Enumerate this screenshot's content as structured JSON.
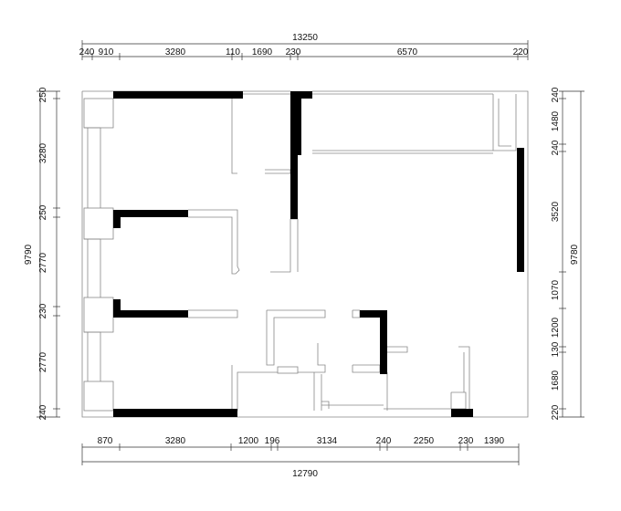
{
  "dimensions": {
    "top_total": "13250",
    "top": [
      "240",
      "910",
      "3280",
      "110",
      "1690",
      "230",
      "6570",
      "220"
    ],
    "bottom": [
      "870",
      "3280",
      "1200",
      "196",
      "3134",
      "240",
      "2250",
      "230",
      "1390"
    ],
    "bottom_total": "12790",
    "left": [
      "250",
      "3280",
      "250",
      "2770",
      "230",
      "2770",
      "240"
    ],
    "left_total": "9790",
    "right": [
      "240",
      "1480",
      "240",
      "3520",
      "1070",
      "1200",
      "130",
      "1680",
      "220"
    ],
    "right_total": "9780"
  }
}
